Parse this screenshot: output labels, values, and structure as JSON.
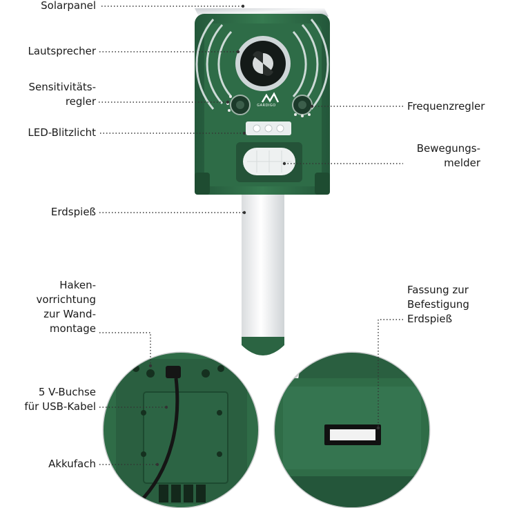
{
  "labels": {
    "solarpanel": "Solarpanel",
    "lautsprecher": "Lautsprecher",
    "sensitivitaet": "Sensitivitäts-\nregler",
    "led": "LED-Blitzlicht",
    "frequenz": "Frequenzregler",
    "bewegung": "Bewegungs-\nmelder",
    "erdspiess": "Erdspieß",
    "haken": "Haken-\nvorrichtung\nzur Wand-\nmontage",
    "fassung": "Fassung zur\nBefestigung\nErdspieß",
    "buchse": "5 V-Buchse\nfür USB-Kabel",
    "akkufach": "Akkufach"
  },
  "device": {
    "brand": "GARDIGO"
  },
  "colors": {
    "housing": "#2f6b46",
    "housing_dark": "#1f4f33",
    "stake": "#eef0f1",
    "leader": "#333333"
  }
}
